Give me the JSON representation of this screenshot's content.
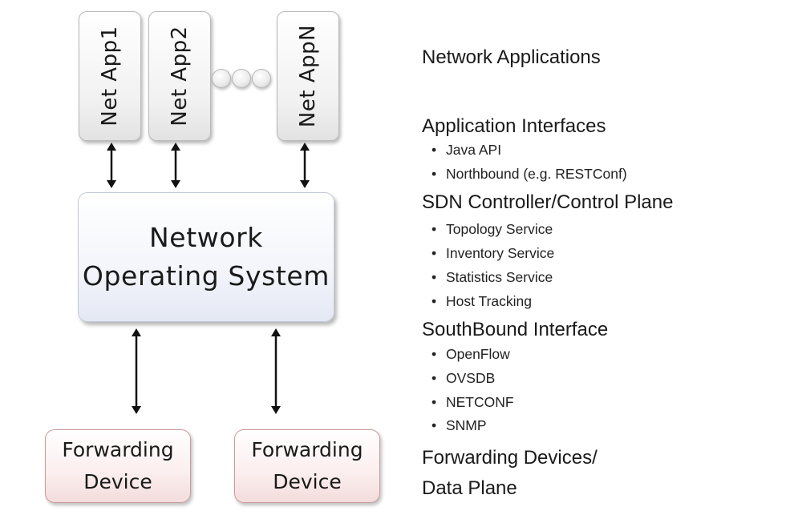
{
  "apps": [
    {
      "label": "Net App1"
    },
    {
      "label": "Net App2"
    },
    {
      "label": "Net AppN"
    }
  ],
  "nos": {
    "line1": "Network",
    "line2": "Operating System"
  },
  "forwarding": [
    {
      "line1": "Forwarding",
      "line2": "Device"
    },
    {
      "line1": "Forwarding",
      "line2": "Device"
    }
  ],
  "legend": {
    "network_applications": "Network Applications",
    "application_interfaces": {
      "title": "Application Interfaces",
      "items": [
        "Java API",
        "Northbound (e.g. RESTConf)"
      ]
    },
    "controller": {
      "title": "SDN Controller/Control Plane",
      "items": [
        "Topology Service",
        "Inventory Service",
        "Statistics Service",
        "Host Tracking"
      ]
    },
    "southbound": {
      "title": "SouthBound Interface",
      "items": [
        "OpenFlow",
        "OVSDB",
        "NETCONF",
        "SNMP"
      ]
    },
    "forwarding_plane": {
      "line1": "Forwarding Devices/",
      "line2": "Data Plane"
    }
  },
  "colors": {
    "arrow": "#111111",
    "nos_border": "#c3c9d6",
    "forwarding_border": "#c99a9a"
  }
}
